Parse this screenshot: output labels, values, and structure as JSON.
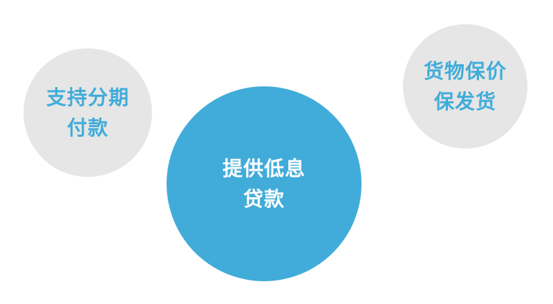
{
  "colors": {
    "background": "#ffffff",
    "bubble_gray": "#e6e6e6",
    "bubble_blue": "#41acd9",
    "text_blue": "#41acd9",
    "text_white": "#ffffff"
  },
  "bubbles": [
    {
      "id": "left",
      "lines": [
        "支持分期",
        "付款"
      ]
    },
    {
      "id": "center",
      "lines": [
        "提供低息",
        "贷款"
      ]
    },
    {
      "id": "right",
      "lines": [
        "货物保价",
        "保发货"
      ]
    }
  ]
}
